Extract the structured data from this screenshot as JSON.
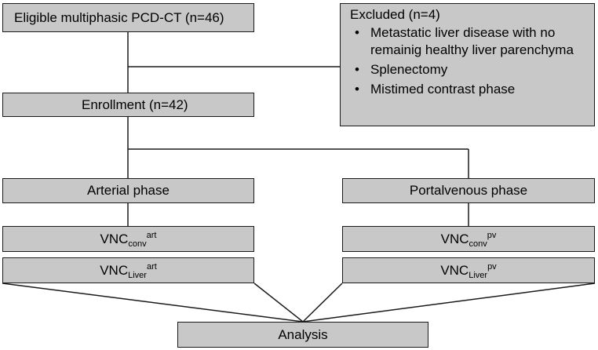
{
  "eligible": "Eligible multiphasic PCD-CT (n=46)",
  "excluded": {
    "title": "Excluded (n=4)",
    "items": [
      "Metastatic liver disease with no remainig healthy liver parenchyma",
      "Splenectomy",
      "Mistimed contrast phase"
    ]
  },
  "enrollment": "Enrollment (n=42)",
  "arterial_phase": "Arterial phase",
  "portalvenous_phase": "Portalvenous phase",
  "vnc_conv_art": {
    "base": "VNC",
    "sub": "conv",
    "sup": "art"
  },
  "vnc_liver_art": {
    "base": "VNC",
    "sub": "Liver",
    "sup": "art"
  },
  "vnc_conv_pv": {
    "base": "VNC",
    "sub": "conv",
    "sup": "pv"
  },
  "vnc_liver_pv": {
    "base": "VNC",
    "sub": "Liver",
    "sup": "pv"
  },
  "analysis": "Analysis"
}
